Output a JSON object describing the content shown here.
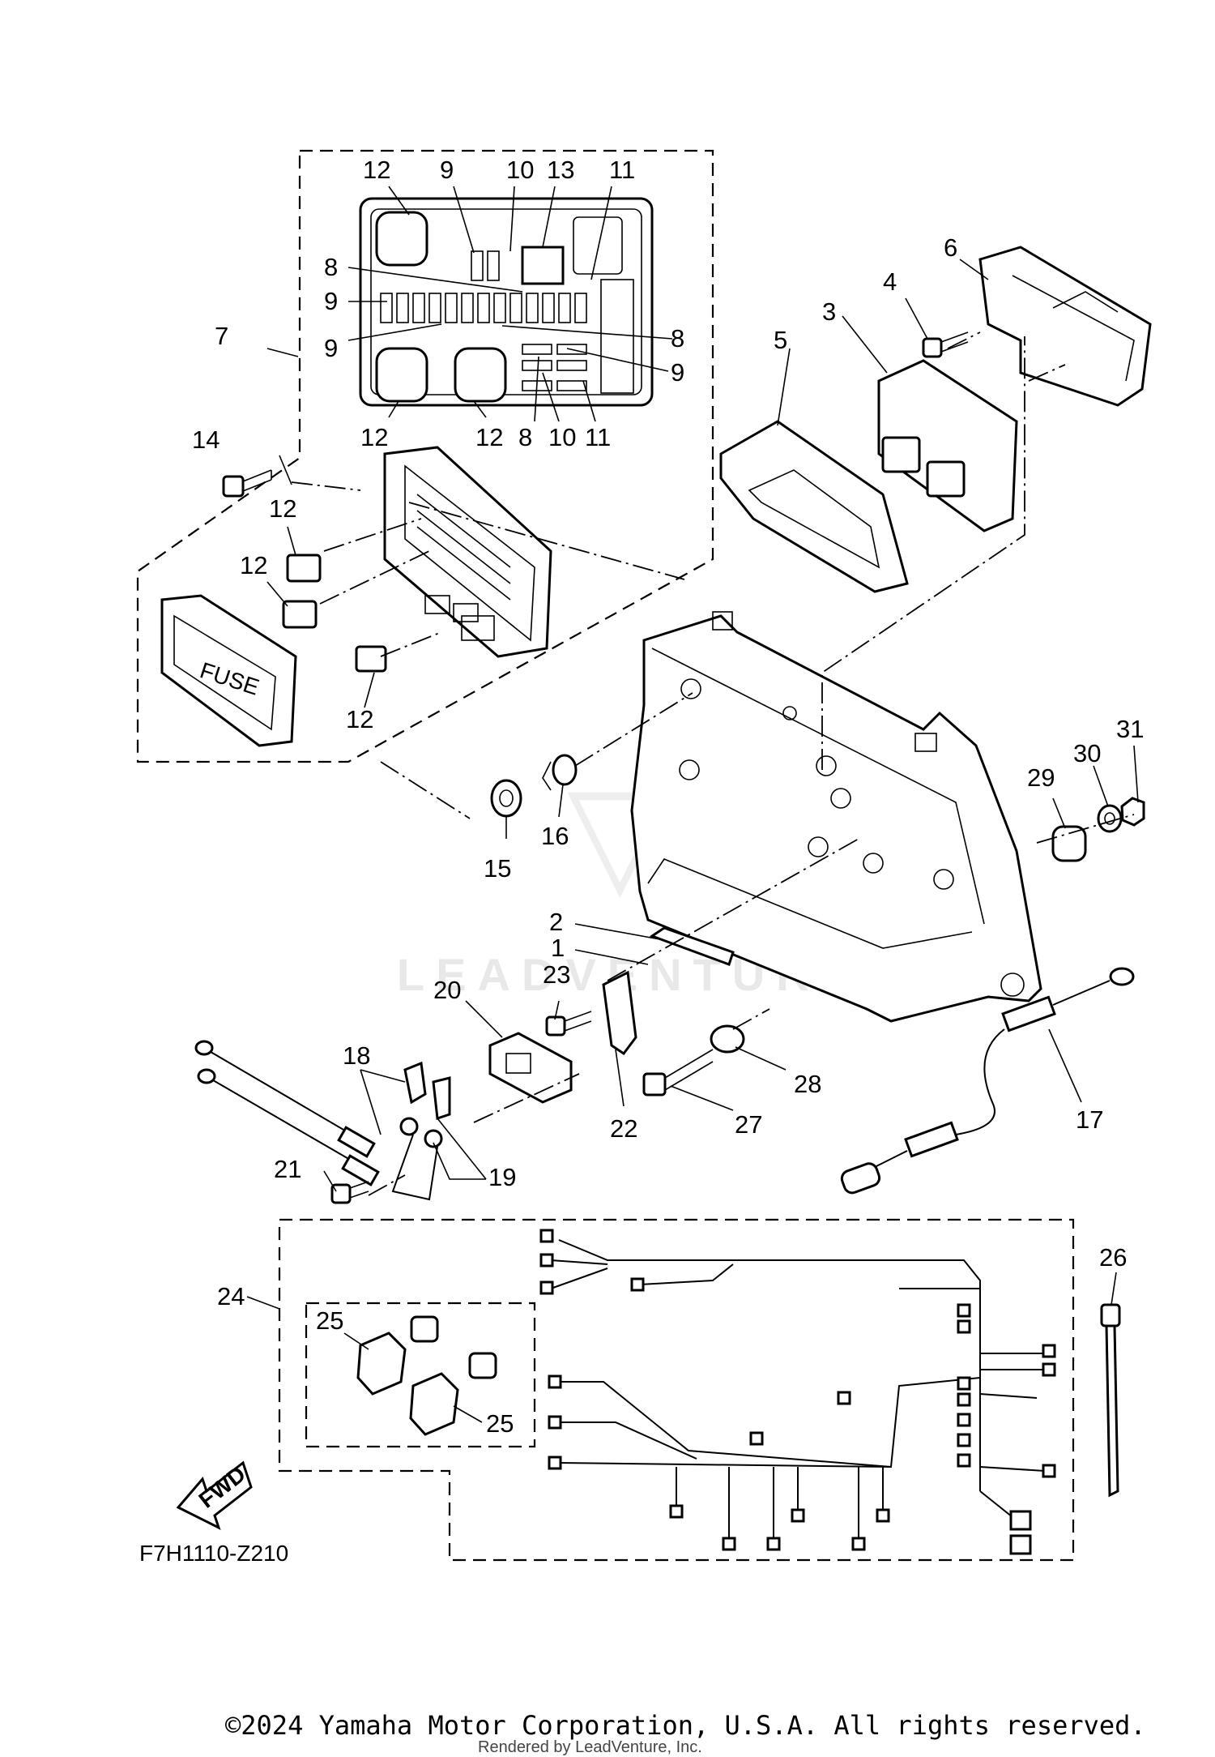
{
  "diagram": {
    "code": "F7H1110-Z210",
    "fuse_label": "FUSE",
    "fwd_label": "FWD",
    "callouts": {
      "c12a": "12",
      "c9a": "9",
      "c10a": "10",
      "c13": "13",
      "c11a": "11",
      "c8a": "8",
      "c9b": "9",
      "c9c": "9",
      "c8b": "8",
      "c9d": "9",
      "c7": "7",
      "c12b": "12",
      "c12c": "12",
      "c8c": "8",
      "c10b": "10",
      "c11b": "11",
      "c14": "14",
      "c12d": "12",
      "c12e": "12",
      "c12f": "12",
      "c6": "6",
      "c4": "4",
      "c3": "3",
      "c5": "5",
      "c31": "31",
      "c30": "30",
      "c29": "29",
      "c16": "16",
      "c15": "15",
      "c1": "1",
      "c2": "2",
      "c23": "23",
      "c20": "20",
      "c18": "18",
      "c21": "21",
      "c19": "19",
      "c22": "22",
      "c27": "27",
      "c28": "28",
      "c17": "17",
      "c24": "24",
      "c25a": "25",
      "c25b": "25",
      "c26": "26"
    }
  },
  "watermark": {
    "brand": "LEADVENTURE"
  },
  "footer": {
    "copyright": "©2024 Yamaha Motor Corporation, U.S.A. All rights reserved.",
    "rendered_by": "Rendered by LeadVenture, Inc."
  }
}
